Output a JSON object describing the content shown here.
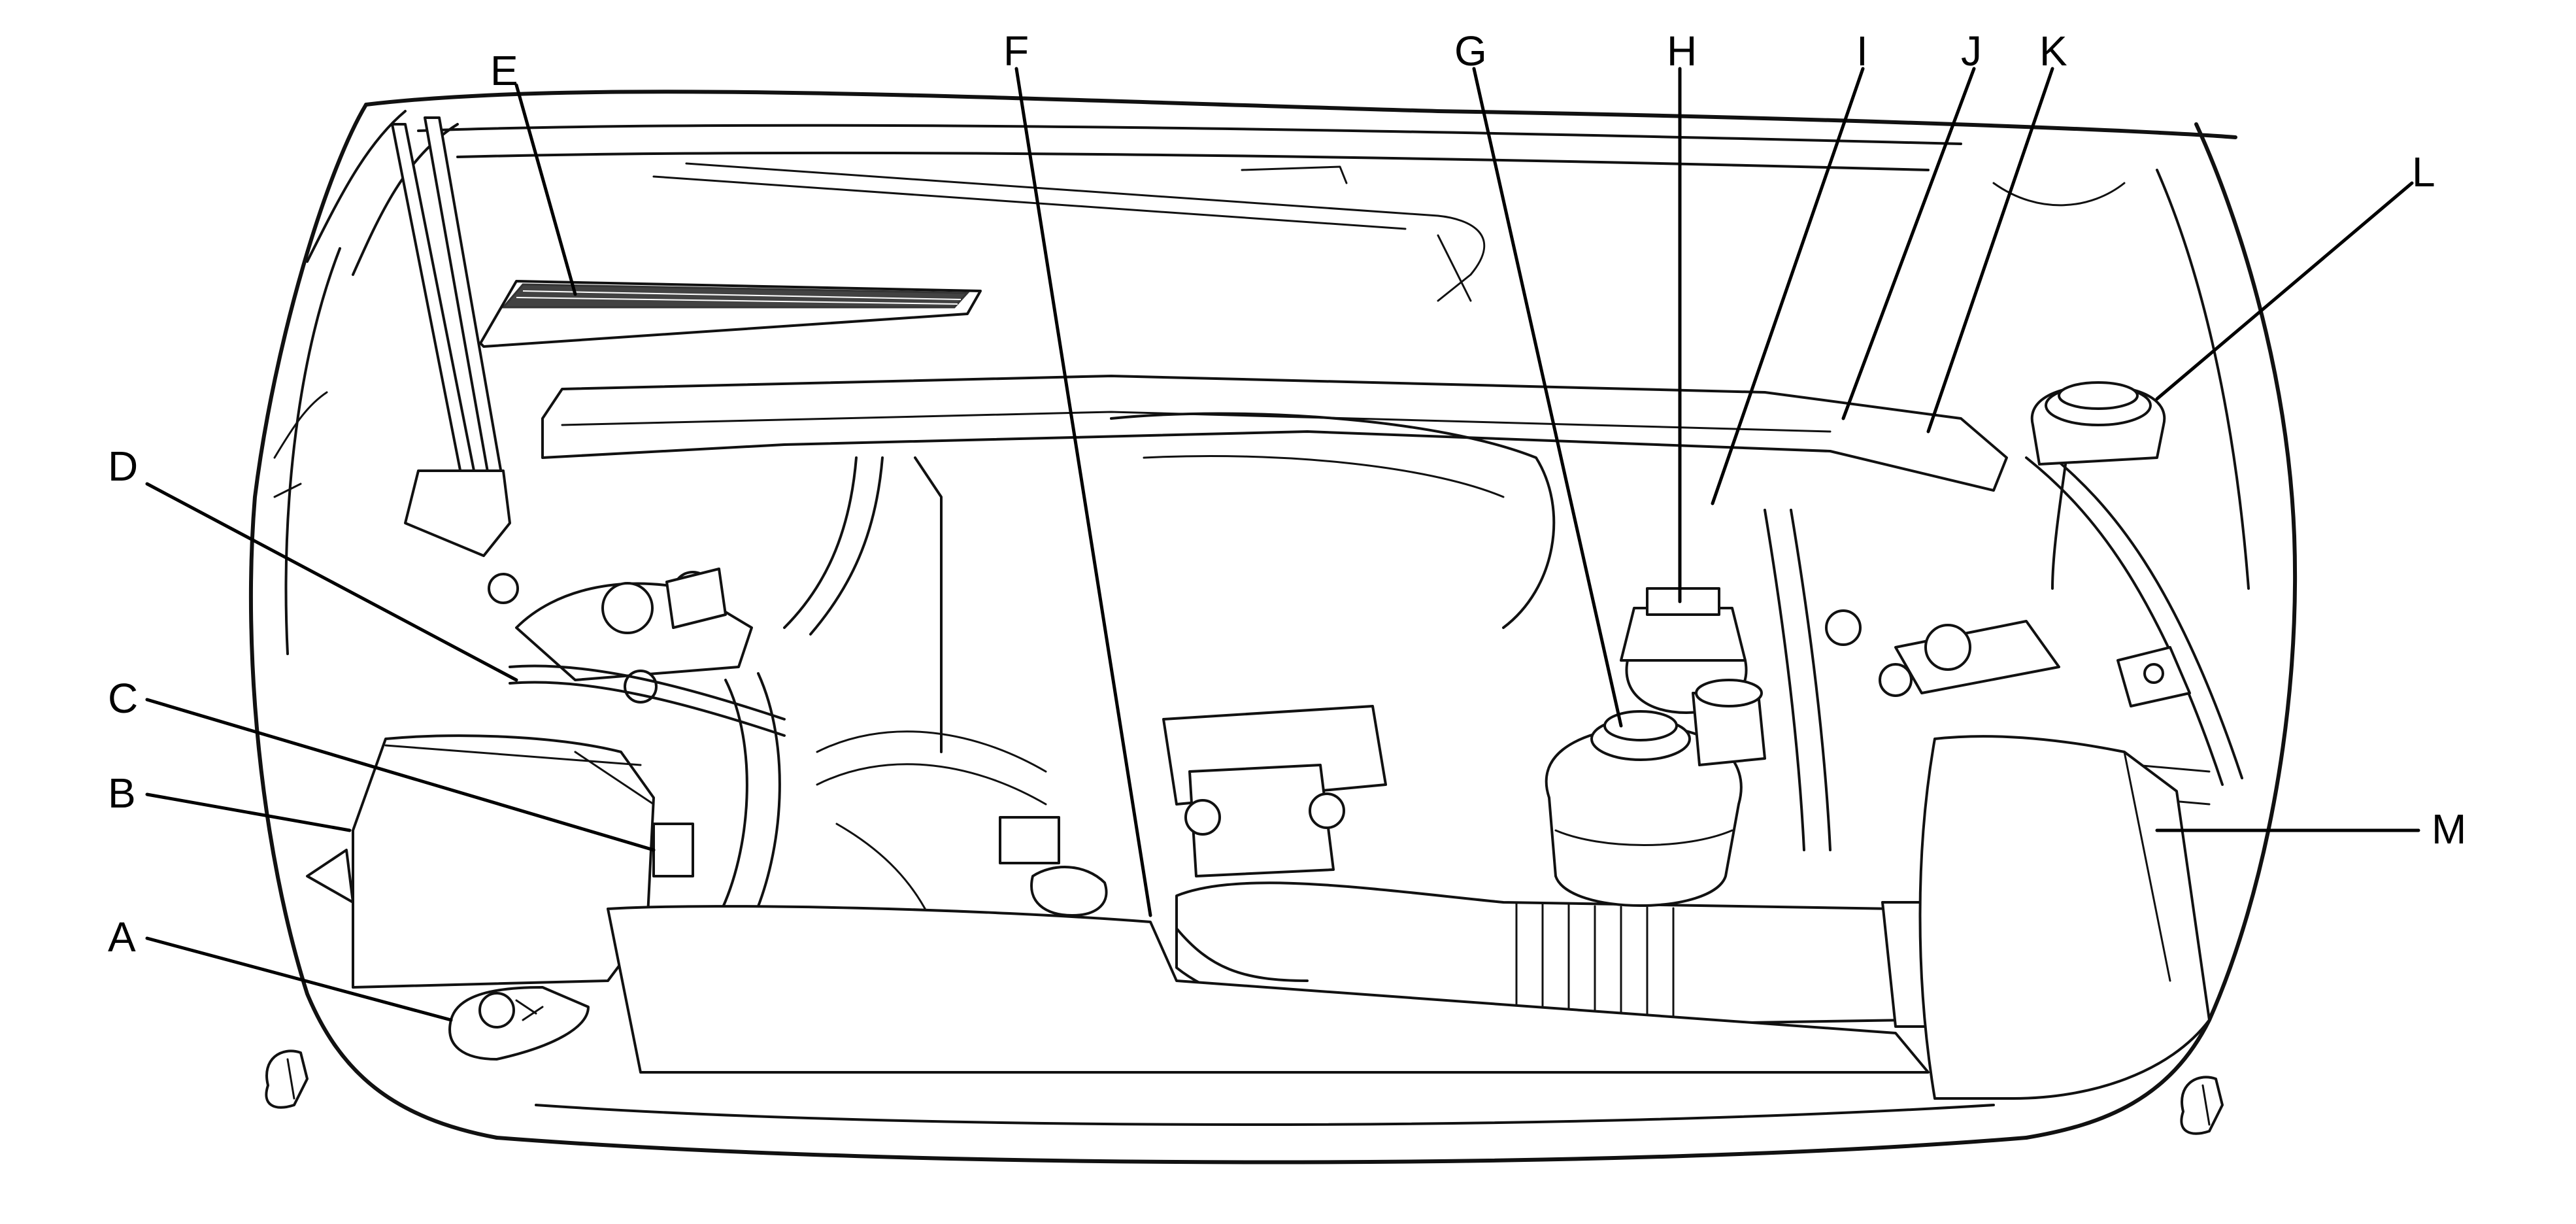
{
  "callouts": {
    "a": "A",
    "b": "B",
    "c": "C",
    "d": "D",
    "e": "E",
    "f": "F",
    "g": "G",
    "h": "H",
    "i": "I",
    "j": "J",
    "k": "K",
    "l": "L",
    "m": "M"
  },
  "colors": {
    "line": "#111111",
    "background": "#ffffff"
  }
}
